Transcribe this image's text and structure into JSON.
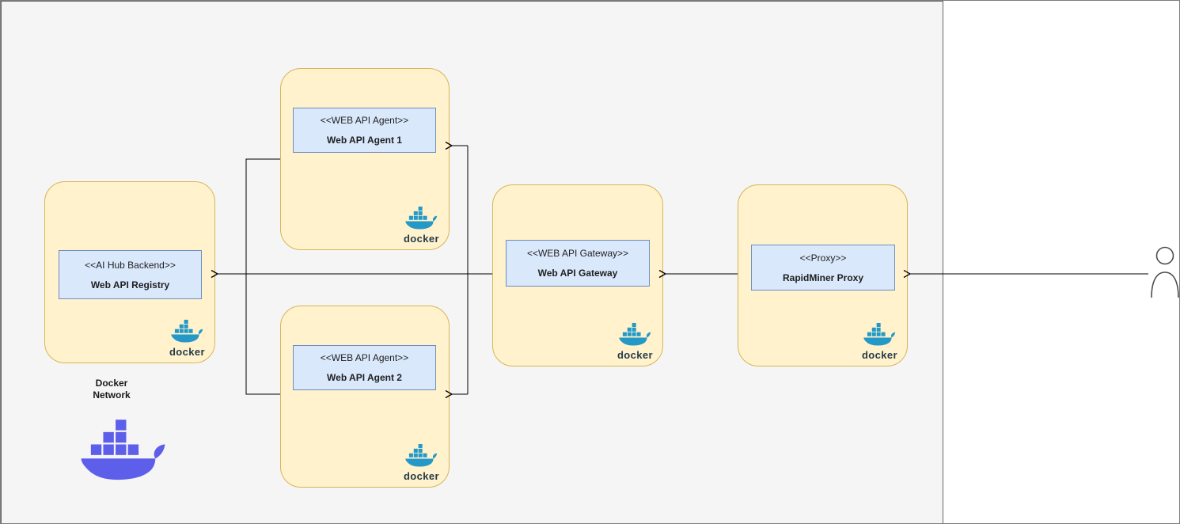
{
  "diagram": {
    "network_label_line1": "Docker",
    "network_label_line2": "Network",
    "docker_word": "docker"
  },
  "nodes": [
    {
      "id": "web-api-registry",
      "stereotype": "<<AI Hub Backend>>",
      "name": "Web API Registry"
    },
    {
      "id": "web-api-agent-1",
      "stereotype": "<<WEB API Agent>>",
      "name": "Web API Agent 1"
    },
    {
      "id": "web-api-agent-2",
      "stereotype": "<<WEB API Agent>>",
      "name": "Web API Agent 2"
    },
    {
      "id": "web-api-gateway",
      "stereotype": "<<WEB API Gateway>>",
      "name": "Web API Gateway"
    },
    {
      "id": "rapidminer-proxy",
      "stereotype": "<<Proxy>>",
      "name": "RapidMiner Proxy"
    }
  ],
  "edges": [
    {
      "from": "user",
      "to": "rapidminer-proxy",
      "arrow": true
    },
    {
      "from": "rapidminer-proxy",
      "to": "web-api-gateway",
      "arrow": true
    },
    {
      "from": "web-api-gateway",
      "to": "web-api-registry",
      "arrow": true
    },
    {
      "from": "web-api-gateway",
      "to": "web-api-agent-1",
      "arrow": true
    },
    {
      "from": "web-api-gateway",
      "to": "web-api-agent-2",
      "arrow": true
    },
    {
      "from": "web-api-agent-1",
      "to": "web-api-agent-2",
      "arrow": false
    }
  ],
  "icons": {
    "node_badge": "docker-whale-icon",
    "network_logo": "docker-whale-icon",
    "user": "person-icon"
  },
  "colors": {
    "boundary_fill": "#F5F5F5",
    "boundary_border": "#666666",
    "node_fill": "#FFF2CC",
    "node_border": "#D6B656",
    "label_fill": "#DAE8FC",
    "label_border": "#6C8EBF",
    "whale_teal": "#2499C7",
    "whale_purple": "#5D5FEA",
    "docker_word_color": "#253B48",
    "text_color": "#1F1F1F",
    "edge_color": "#000000"
  }
}
